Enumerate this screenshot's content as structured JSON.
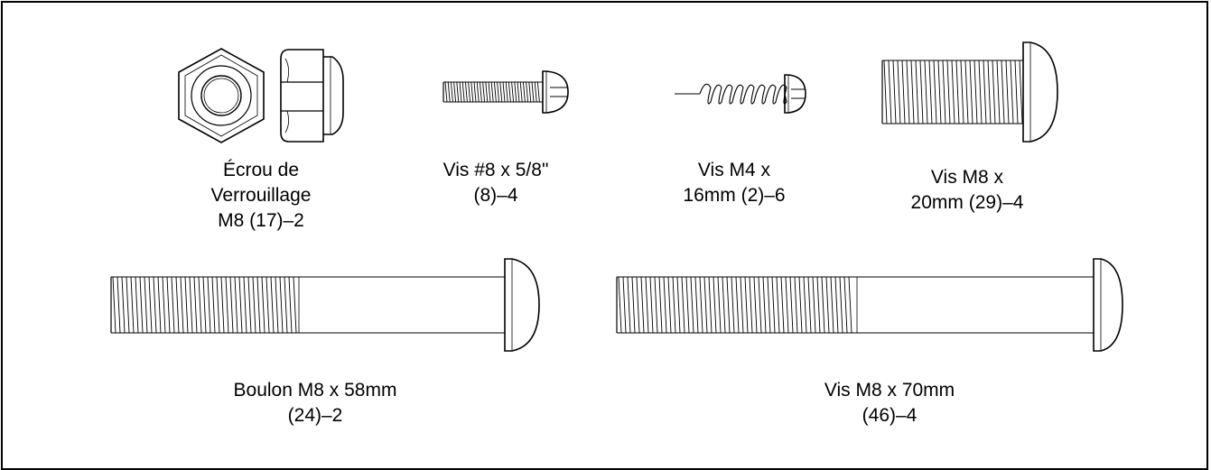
{
  "parts": {
    "lock_nut": {
      "lines": [
        "Écrou de",
        "Verrouillage",
        "M8 (17)–2"
      ]
    },
    "screw_8": {
      "lines": [
        "Vis #8 x 5/8\"",
        "(8)–4"
      ]
    },
    "screw_m4_16": {
      "lines": [
        "Vis M4 x",
        "16mm (2)–6"
      ]
    },
    "screw_m8_20": {
      "lines": [
        "Vis M8 x",
        "20mm (29)–4"
      ]
    },
    "bolt_m8_58": {
      "lines": [
        "Boulon M8 x 58mm",
        "(24)–2"
      ]
    },
    "screw_m8_70": {
      "lines": [
        "Vis M8 x 70mm",
        "(46)–4"
      ]
    }
  }
}
